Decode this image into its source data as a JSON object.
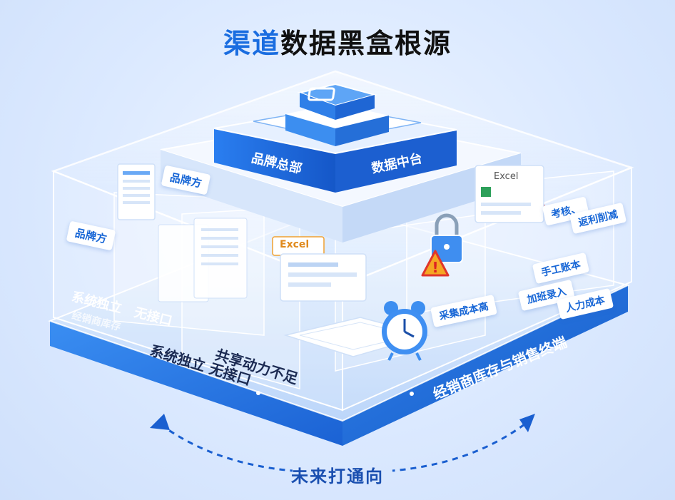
{
  "title": {
    "accent": "渠道",
    "rest": "数据黑盒根源"
  },
  "top_block": {
    "left_label": "品牌总部",
    "right_label": "数据中台"
  },
  "tags": {
    "brand_upper": "品牌方",
    "brand_lower": "品牌方",
    "cost_high": "采集成本高",
    "audit": "考核、",
    "rebate": "返利削减",
    "manual_ledger": "手工账本",
    "overtime": "加班录入",
    "labor_cost": "人力成本"
  },
  "excel_labels": {
    "left": "Excel",
    "right": "Excel"
  },
  "base_texts": {
    "front_left_top": "系统独立",
    "front_left_top2": "无接口",
    "front_left_sub": "经销商库存",
    "front_left": "系统独立 无接口",
    "front_middle": "共享动力不足",
    "front_right": "经销商库存与销售终端"
  },
  "bottom": {
    "label": "未来打通向"
  },
  "colors": {
    "accent": "#1a6de0",
    "base_blue": "#2f7fe8",
    "warning": "#f5a623"
  }
}
